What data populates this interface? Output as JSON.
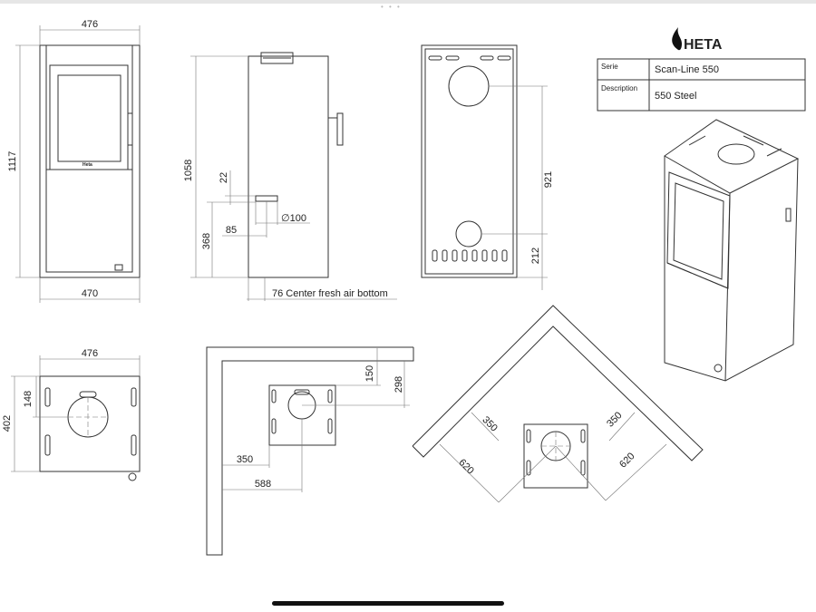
{
  "viewer": {
    "handle_dots": "• • •"
  },
  "title_block": {
    "brand": "HETA",
    "serie_label": "Serie",
    "serie_value": "Scan-Line 550",
    "description_label": "Description",
    "description_value": "550 Steel"
  },
  "front_view": {
    "width_top": "476",
    "height": "1117",
    "width_bottom": "470"
  },
  "side_view": {
    "height": "1058",
    "dim_22": "22",
    "dim_85": "85",
    "dim_368": "368",
    "diameter": "∅100",
    "fresh_air_note": "76 Center fresh air bottom"
  },
  "back_view": {
    "dim_921": "921",
    "dim_212": "212"
  },
  "top_view": {
    "width": "476",
    "dim_148": "148",
    "depth": "402"
  },
  "wall_installation": {
    "dim_150": "150",
    "dim_298": "298",
    "dim_350": "350",
    "dim_588": "588"
  },
  "corner_installation": {
    "dim_350_left": "350",
    "dim_350_right": "350",
    "dim_620_left": "620",
    "dim_620_right": "620"
  }
}
